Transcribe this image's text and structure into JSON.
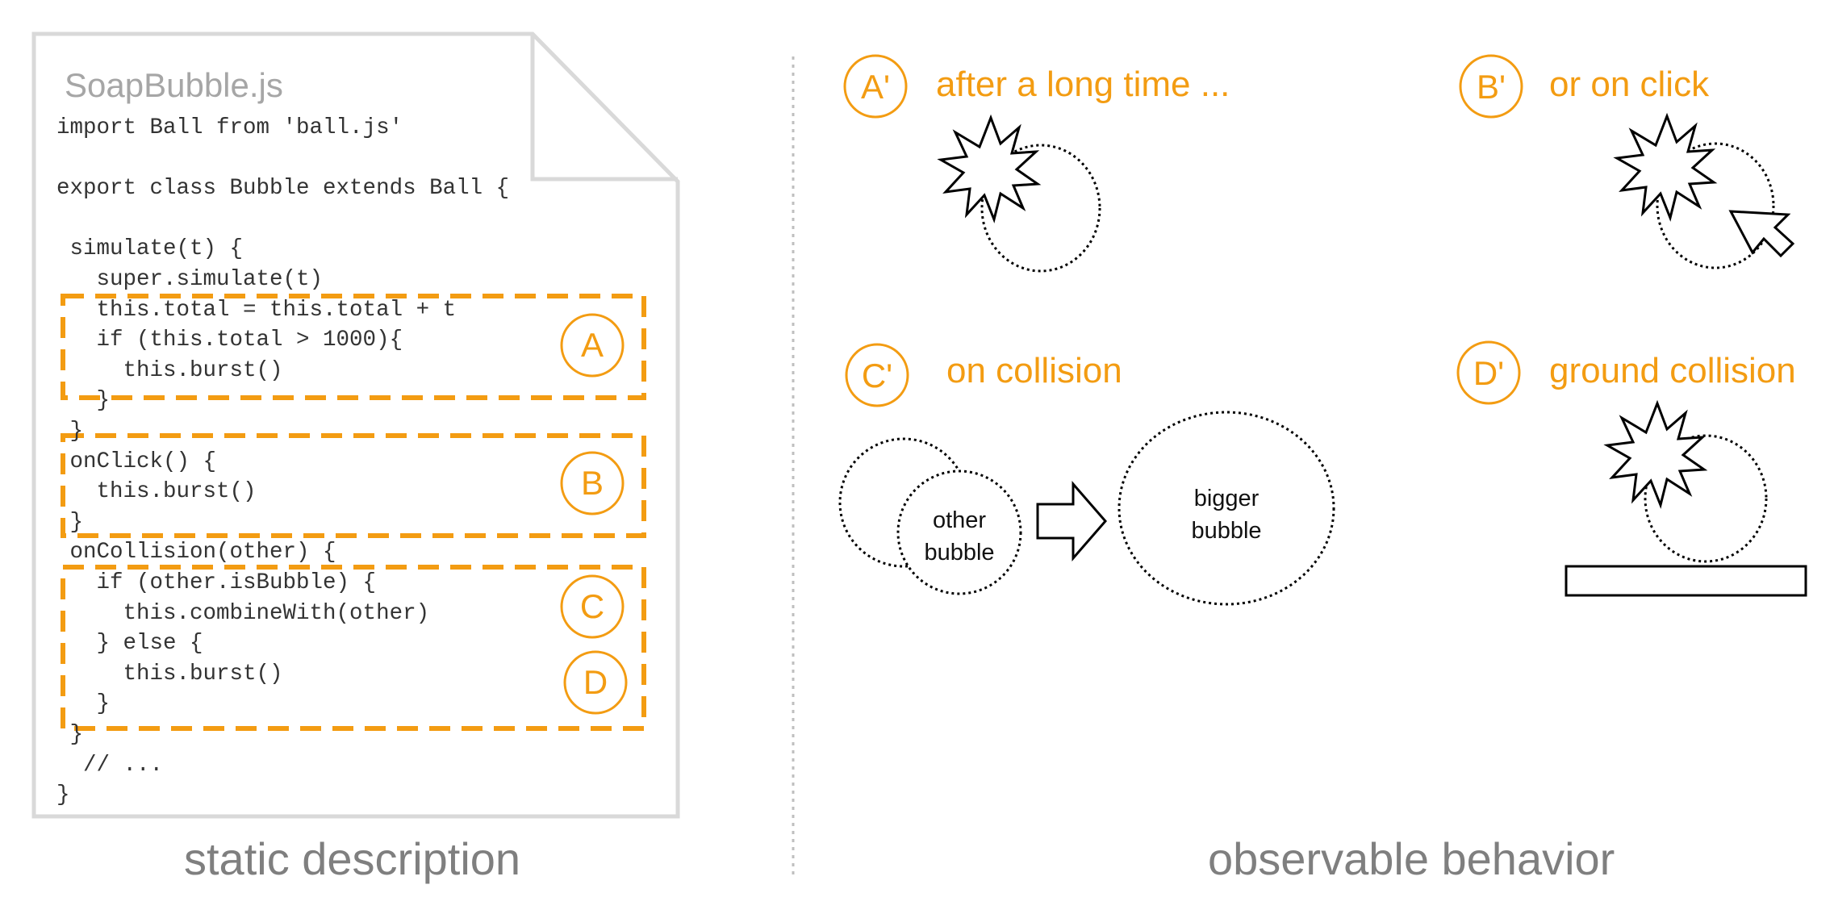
{
  "colors": {
    "accent": "#f39c12",
    "frame": "#d9d9d9",
    "caption": "#7f7f7f",
    "filename": "#a6a6a6",
    "divider": "#bfbfbf"
  },
  "left": {
    "filename": "SoapBubble.js",
    "code_lines": [
      "import Ball from 'ball.js'",
      "",
      "export class Bubble extends Ball {",
      "",
      " simulate(t) {",
      "   super.simulate(t)",
      "   this.total = this.total + t",
      "   if (this.total > 1000){",
      "     this.burst()",
      "   }",
      " }",
      " onClick() {",
      "   this.burst()",
      " }",
      " onCollision(other) {",
      "   if (other.isBubble) {",
      "     this.combineWith(other)",
      "   } else {",
      "     this.burst()",
      "   }",
      " }",
      "  // ...",
      "}"
    ],
    "markers": {
      "a": "A",
      "b": "B",
      "c": "C",
      "d": "D"
    },
    "caption": "static description"
  },
  "right": {
    "a": {
      "marker": "A'",
      "heading": "after a long time ..."
    },
    "b": {
      "marker": "B'",
      "heading": "or on click"
    },
    "c": {
      "marker": "C'",
      "heading": "on collision",
      "small_label": [
        "other",
        "bubble"
      ],
      "big_label": [
        "bigger",
        "bubble"
      ]
    },
    "d": {
      "marker": "D'",
      "heading": "ground collision"
    },
    "caption": "observable behavior"
  },
  "icons": [
    "burst-icon",
    "cursor-arrow-icon",
    "right-arrow-icon"
  ]
}
